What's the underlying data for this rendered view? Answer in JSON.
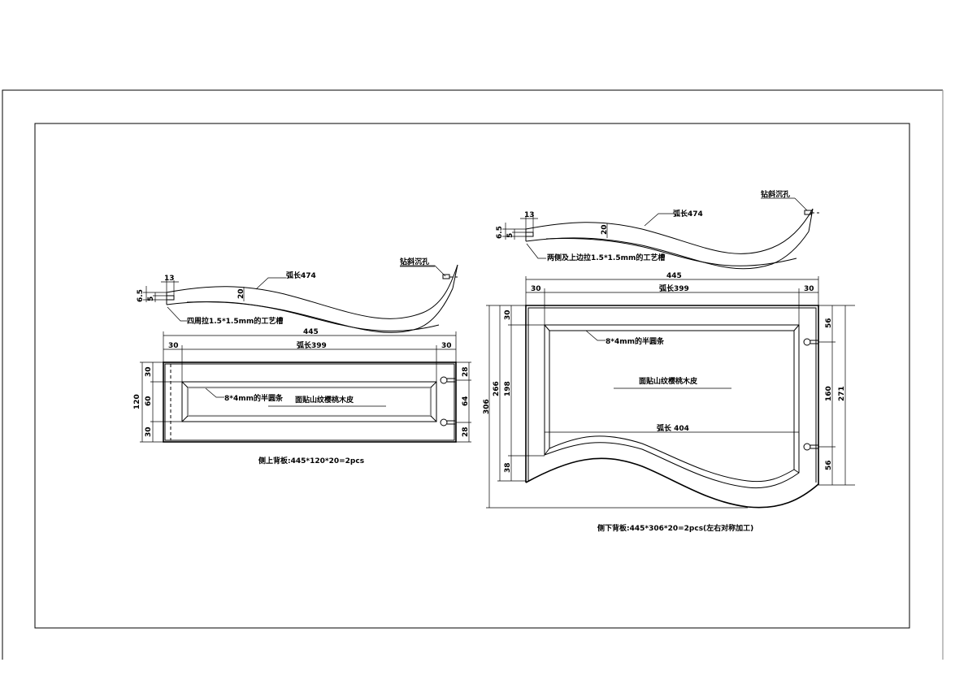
{
  "drawing": {
    "frame_color": "#000000",
    "border_right_color": "#999999"
  },
  "left_part": {
    "profile": {
      "dim_13": "13",
      "dim_6_5": "6.5",
      "dim_5": "5",
      "dim_20": "20",
      "arc_label": "弧长474",
      "hole_label": "钻斜沉孔",
      "groove_note": "四周拉1.5*1.5mm的工艺槽"
    },
    "panel": {
      "width_total": "445",
      "left_margin": "30",
      "arc_label": "弧长399",
      "right_margin": "30",
      "height_total": "120",
      "top_band": "30",
      "middle_band": "60",
      "bottom_band": "30",
      "right_top": "28",
      "right_mid": "64",
      "right_bottom": "28",
      "bead_note": "8*4mm的半圆条",
      "veneer_note": "面贴山纹樱桃木皮"
    },
    "caption": "侧上背板:445*120*20=2pcs"
  },
  "right_part": {
    "profile": {
      "dim_13": "13",
      "dim_6_5": "6.5",
      "dim_5": "5",
      "dim_20": "20",
      "arc_label": "弧长474",
      "hole_label": "钻斜沉孔",
      "groove_note": "两侧及上边拉1.5*1.5mm的工艺槽"
    },
    "panel": {
      "width_total": "445",
      "left_margin": "30",
      "arc_label": "弧长399",
      "right_margin": "30",
      "height_total": "306",
      "height_266": "266",
      "height_198": "198",
      "top_band": "30",
      "bottom_band": "38",
      "right_top": "56",
      "right_mid": "160",
      "right_bottom": "56",
      "right_total": "271",
      "bead_note": "8*4mm的半圆条",
      "veneer_note": "面贴山纹樱桃木皮",
      "bottom_arc_label": "弧长 404"
    },
    "caption": "侧下背板:445*306*20=2pcs(左右对称加工)"
  }
}
